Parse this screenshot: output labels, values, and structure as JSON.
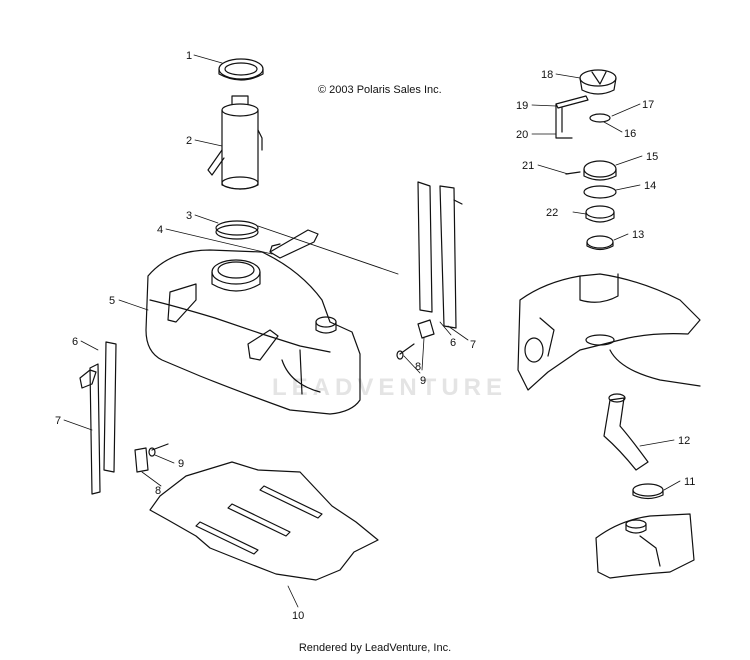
{
  "copyright": "© 2003 Polaris Sales Inc.",
  "footer": "Rendered by LeadVenture, Inc.",
  "watermark": "LEADVENTURE",
  "callouts": [
    "1",
    "2",
    "3",
    "4",
    "5",
    "6",
    "7",
    "8",
    "9",
    "10",
    "11",
    "12",
    "13",
    "14",
    "15",
    "16",
    "17",
    "18",
    "19",
    "20",
    "21",
    "22"
  ],
  "callouts_extra": {
    "six_b": "6",
    "seven_b": "7",
    "eight_b": "8",
    "nine_b": "9"
  }
}
